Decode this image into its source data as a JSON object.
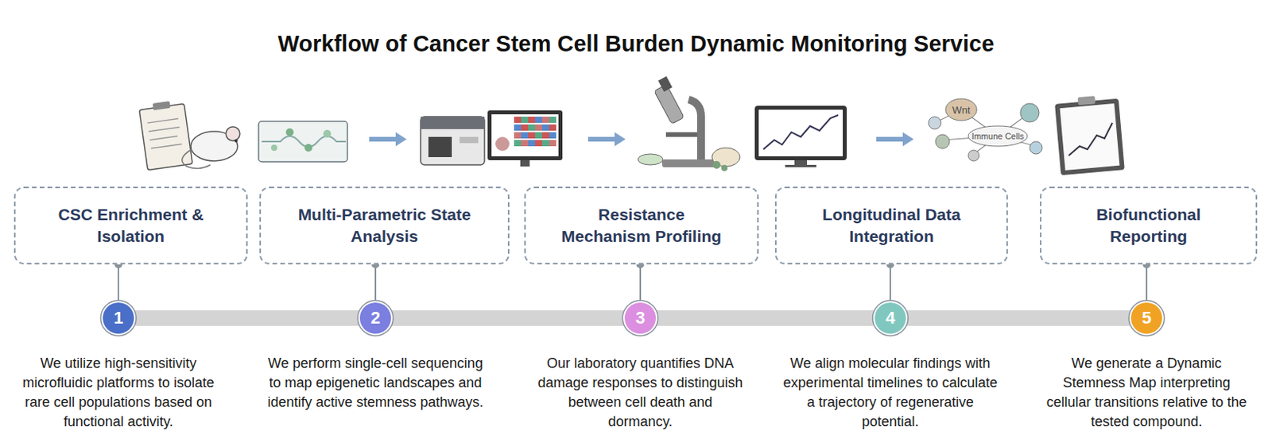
{
  "diagram": {
    "title": "Workflow of Cancer Stem Cell Burden Dynamic Monitoring Service",
    "nodes": [
      {
        "text": [
          "CSC Enrichment & Isolation"
        ]
      },
      {
        "text": [
          "1",
          "We utilize high-sensitivity microfluidic platforms to isolate rare cell populations based on functional activity."
        ]
      },
      {
        "text": [
          "Multi-Parametric State Analysis"
        ]
      },
      {
        "text": [
          "2",
          "We perform single-cell sequencing to map epigenetic landscapes and identify active stemness pathways."
        ]
      },
      {
        "text": [
          "Resistance Mechanism Profiling"
        ]
      },
      {
        "text": [
          "3",
          "Our laboratory quantifies DNA damage responses to distinguish between cell death and dormancy."
        ]
      },
      {
        "text": [
          "Longitudinal Data Integration"
        ]
      },
      {
        "text": [
          "4",
          "We align molecular findings with experimental timelines to calculate a trajectory of regenerative potential."
        ]
      },
      {
        "text": [
          "Biofunctional Reporting"
        ]
      },
      {
        "text": [
          "5",
          "We generate a Dynamic Stemness Map interpreting cellular transitions relative to the tested compound."
        ]
      }
    ],
    "edges": [
      {
        "from": 0,
        "to": 1,
        "arrow": "none"
      },
      {
        "from": 2,
        "to": 3,
        "arrow": "none"
      },
      {
        "from": 4,
        "to": 5,
        "arrow": "none"
      },
      {
        "from": 6,
        "to": 7,
        "arrow": "none"
      },
      {
        "from": 8,
        "to": 9,
        "arrow": "none"
      }
    ],
    "labels": [
      "Wnt",
      "Immune Cells"
    ]
  }
}
